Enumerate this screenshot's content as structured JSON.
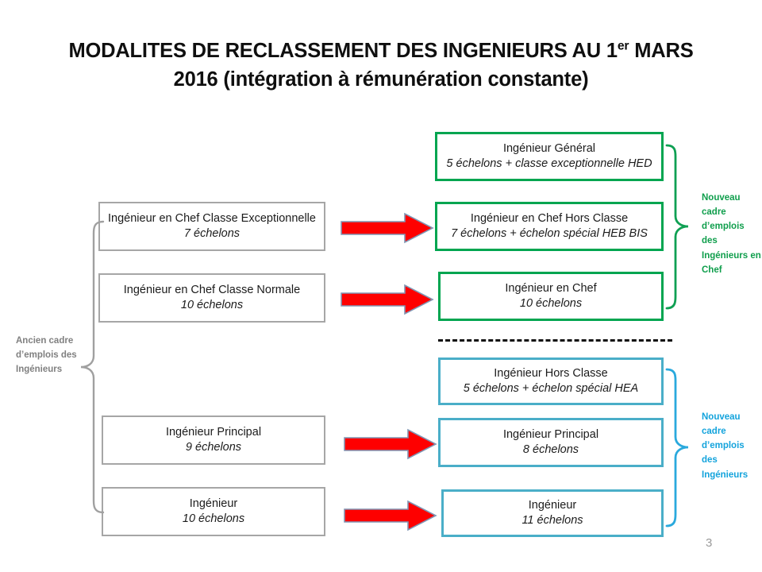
{
  "slide": {
    "page_number": "3",
    "title_line1_pre": "MODALITES DE RECLASSEMENT DES INGENIEURS AU 1",
    "title_line1_sup": "er",
    "title_line1_post": " MARS",
    "title_line2": "2016 (intégration à rémunération constante)"
  },
  "colors": {
    "old_border": "#a6a6a6",
    "green_border": "#00a550",
    "blue_border": "#4aaec8",
    "arrow_red": "#fe0000",
    "green_text": "#0f9e4c",
    "blue_text": "#13a3dc",
    "gray_text": "#808080",
    "divider": "#111111"
  },
  "labels": {
    "old_frame": "Ancien cadre d’emplois des Ingénieurs",
    "new_frame_chef": "Nouveau cadre d’emplois des Ingénieurs en Chef",
    "new_frame_ing": "Nouveau cadre d’emplois des Ingénieurs"
  },
  "old_nodes": [
    {
      "title": "Ingénieur en Chef Classe Exceptionnelle",
      "detail": "7 échelons"
    },
    {
      "title": "Ingénieur en Chef Classe Normale",
      "detail": "10 échelons"
    },
    {
      "title": "Ingénieur Principal",
      "detail": "9 échelons"
    },
    {
      "title": "Ingénieur",
      "detail": "10 échelons"
    }
  ],
  "new_nodes_chef": [
    {
      "title": "Ingénieur Général",
      "detail": "5 échelons + classe exceptionnelle HED"
    },
    {
      "title": "Ingénieur en Chef Hors Classe",
      "detail": "7 échelons + échelon spécial HEB BIS"
    },
    {
      "title": "Ingénieur en Chef",
      "detail": "10 échelons"
    }
  ],
  "new_nodes_ing": [
    {
      "title": "Ingénieur Hors Classe",
      "detail": "5 échelons + échelon spécial HEA"
    },
    {
      "title": "Ingénieur Principal",
      "detail": "8 échelons"
    },
    {
      "title": "Ingénieur",
      "detail": "11 échelons"
    }
  ]
}
